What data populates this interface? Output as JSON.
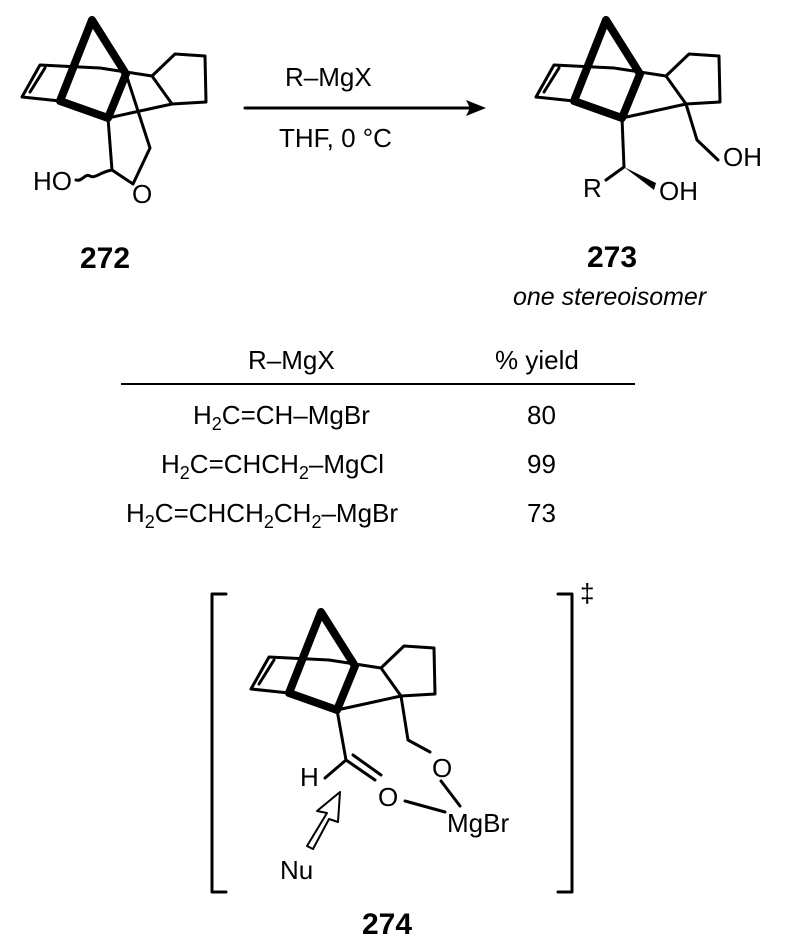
{
  "reaction": {
    "reagent": "R–MgX",
    "conditions": "THF, 0 °C"
  },
  "compounds": {
    "start": {
      "label": "272",
      "hydroxyl": "HO",
      "ring_oxygen": "O"
    },
    "product": {
      "label": "273",
      "note": "one stereoisomer",
      "r_group": "R",
      "oh_primary": "OH",
      "oh_secondary": "OH"
    },
    "ts": {
      "label": "274",
      "dagger": "‡",
      "h": "H",
      "o1": "O",
      "o2": "O",
      "metal": "MgBr",
      "nucleophile": "Nu"
    }
  },
  "table": {
    "headers": [
      "R–MgX",
      "% yield"
    ],
    "rows": [
      {
        "pre": "H",
        "sub1": "2",
        "mid": "C=CH–MgBr",
        "sub2": "",
        "mid2": "",
        "sub3": "",
        "post": "",
        "yield": "80"
      },
      {
        "pre": "H",
        "sub1": "2",
        "mid": "C=CHCH",
        "sub2": "2",
        "mid2": "–MgCl",
        "sub3": "",
        "post": "",
        "yield": "99"
      },
      {
        "pre": "H",
        "sub1": "2",
        "mid": "C=CHCH",
        "sub2": "2",
        "mid2": "CH",
        "sub3": "2",
        "post": "–MgBr",
        "yield": "73"
      }
    ]
  }
}
